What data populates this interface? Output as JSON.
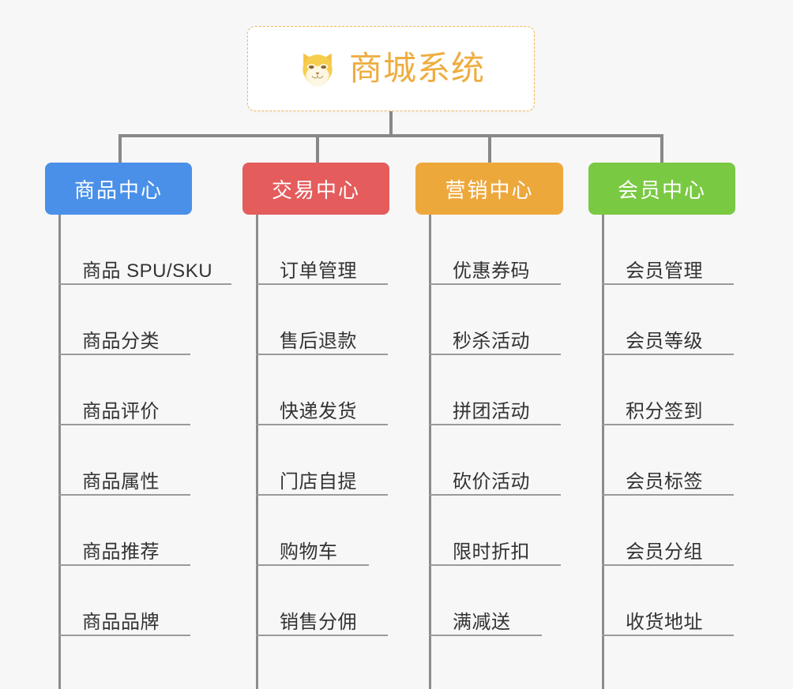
{
  "diagram": {
    "type": "mindmap",
    "background_color": "#f7f7f7",
    "root": {
      "title": "商城系统",
      "icon": "shiba-dog-emoji",
      "text_color": "#eead3f",
      "border_color": "#f0b659",
      "background_color": "#ffffff"
    },
    "connector_color": "#888888",
    "branches": [
      {
        "label": "商品中心",
        "color": "#4a90e8",
        "children": [
          "商品 SPU/SKU",
          "商品分类",
          "商品评价",
          "商品属性",
          "商品推荐",
          "商品品牌"
        ]
      },
      {
        "label": "交易中心",
        "color": "#e45c5c",
        "children": [
          "订单管理",
          "售后退款",
          "快递发货",
          "门店自提",
          "购物车",
          "销售分佣"
        ]
      },
      {
        "label": "营销中心",
        "color": "#eda83c",
        "children": [
          "优惠券码",
          "秒杀活动",
          "拼团活动",
          "砍价活动",
          "限时折扣",
          "满减送"
        ]
      },
      {
        "label": "会员中心",
        "color": "#7ac943",
        "children": [
          "会员管理",
          "会员等级",
          "积分签到",
          "会员标签",
          "会员分组",
          "收货地址"
        ]
      }
    ]
  }
}
